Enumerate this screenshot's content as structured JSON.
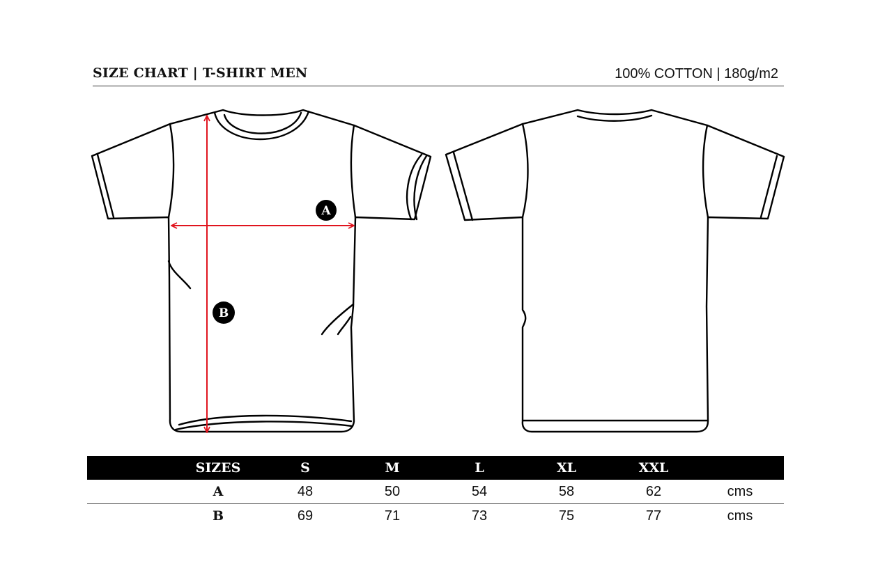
{
  "header": {
    "title": "SIZE CHART | T-SHIRT MEN",
    "material": "100% COTTON | 180g/m2"
  },
  "diagram": {
    "badge_a": "A",
    "badge_b": "B",
    "arrow_color": "#e0141e"
  },
  "table": {
    "header_label": "SIZES",
    "sizes": [
      "S",
      "M",
      "L",
      "XL",
      "XXL"
    ],
    "rows": [
      {
        "label": "A",
        "values": [
          "48",
          "50",
          "54",
          "58",
          "62"
        ],
        "unit": "cms"
      },
      {
        "label": "B",
        "values": [
          "69",
          "71",
          "73",
          "75",
          "77"
        ],
        "unit": "cms"
      }
    ]
  }
}
